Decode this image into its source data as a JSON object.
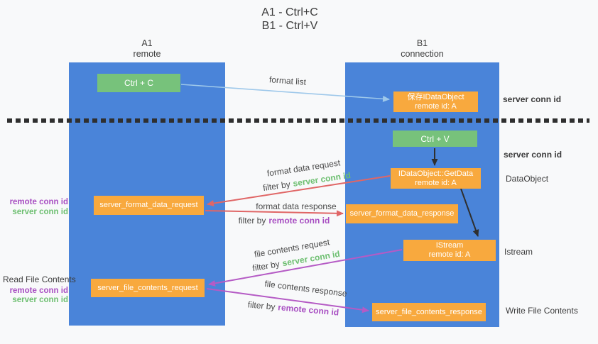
{
  "title": {
    "line1": "A1 - Ctrl+C",
    "line2": "B1 - Ctrl+V"
  },
  "lifelines": [
    {
      "label": "A1",
      "sublabel": "remote"
    },
    {
      "label": "B1",
      "sublabel": "connection"
    }
  ],
  "nodes": {
    "ctrl_c": {
      "label": "Ctrl + C"
    },
    "save_idataobject": {
      "line1": "保存IDataObject",
      "line2": "remote id: A"
    },
    "ctrl_v": {
      "label": "Ctrl + V"
    },
    "getdata": {
      "line1": "IDataObject::GetData",
      "line2": "remote id: A"
    },
    "format_request": {
      "label": "server_format_data_request"
    },
    "format_response": {
      "label": "server_format_data_response"
    },
    "istream": {
      "line1": "IStream",
      "line2": "remote id: A"
    },
    "file_request": {
      "label": "server_file_contents_request"
    },
    "file_response": {
      "label": "server_file_contents_response"
    }
  },
  "arrow_labels": {
    "format_list": "format list",
    "format_data_request": "format data request",
    "format_data_response": "format data response",
    "file_contents_request": "file contents request",
    "file_contents_response": "file contents response",
    "filter_by": "filter by",
    "server_conn_id": "server conn id",
    "remote_conn_id": "remote conn id"
  },
  "side_labels": {
    "server_conn_id_top": "server conn id",
    "server_conn_id_mid": "server conn id",
    "dataobject": "DataObject",
    "istream": "Istream",
    "write_file_contents": "Write File Contents",
    "read_file_contents": "Read File Contents",
    "remote_conn_id": "remote conn id",
    "server_conn_id": "server conn id"
  },
  "colors": {
    "background": "#f8f9fa",
    "column_blue": "#4a84d9",
    "box_green": "#77c27b",
    "box_orange": "#f8a93e",
    "arrow_blue": "#9ec8ea",
    "arrow_red": "#e06666",
    "arrow_magenta": "#b55bc5",
    "arrow_black": "#2f2f2f",
    "text_green": "#6dbf70",
    "text_purple": "#a84fc2",
    "text_dark": "#3c3c3c"
  }
}
